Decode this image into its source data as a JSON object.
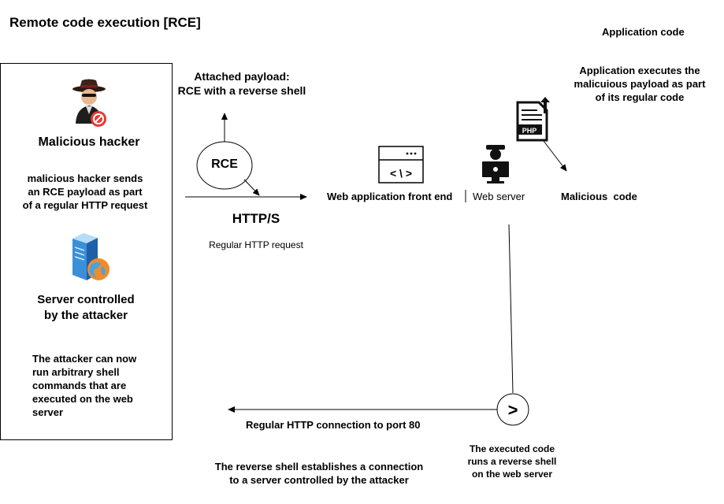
{
  "title": "Remote code execution [RCE]",
  "left_panel": {
    "hacker_label": "Malicious hacker",
    "hacker_desc": [
      "malicious hacker sends",
      "an RCE payload as part",
      "of a regular HTTP request"
    ],
    "server_label": [
      "Server controlled",
      "by the attacker"
    ],
    "attacker_desc": [
      "The attacker can now",
      "run arbitrary shell",
      "commands that are",
      "executed on the web",
      "server"
    ]
  },
  "payload_label": [
    "Attached payload:",
    "RCE with a reverse shell"
  ],
  "rce_node": "RCE",
  "http_label": "HTTP/S",
  "http_sub": "Regular HTTP request",
  "frontend_icon_text": "< \\ >",
  "frontend_label": "Web application front end",
  "webserver_label": "Web server",
  "app_code_title": "Application code",
  "app_exec_desc": [
    "Application executes the",
    "malicuious payload  as part",
    "of its regular code"
  ],
  "php_badge": "PHP",
  "malicious_code_label": "Malicious  code",
  "shell_node": ">",
  "connection_label": "Regular HTTP connection to port 80",
  "executed_desc": [
    "The executed code",
    "runs a reverse shell",
    "on the web server"
  ],
  "reverse_desc": [
    "The reverse shell establishes a connection",
    "to a server controlled by the attacker"
  ]
}
